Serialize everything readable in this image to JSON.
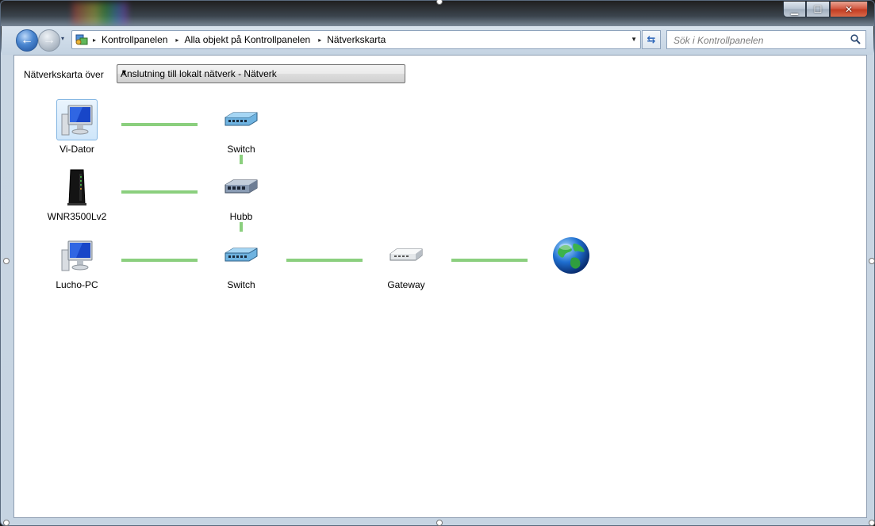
{
  "window": {
    "minimize_symbol": "▁",
    "maximize_symbol": "☐",
    "close_symbol": "✕"
  },
  "nav": {
    "back_symbol": "←",
    "forward_symbol": "→",
    "dropdown_symbol": "▾"
  },
  "address": {
    "crumbs": [
      "Kontrollpanelen",
      "Alla objekt på Kontrollpanelen",
      "Nätverkskarta"
    ],
    "separator": "▸",
    "dropdown_symbol": "▼",
    "refresh_symbol": "⇆"
  },
  "search": {
    "placeholder": "Sök i Kontrollpanelen"
  },
  "map": {
    "label": "Nätverkskarta över",
    "selected_network": "Anslutning till lokalt nätverk - Nätverk",
    "dropdown_symbol": "▼"
  },
  "nodes": {
    "vi_dator": "Vi-Dator",
    "switch_top": "Switch",
    "wnr": "WNR3500Lv2",
    "hubb": "Hubb",
    "lucho_pc": "Lucho-PC",
    "switch_bottom": "Switch",
    "gateway": "Gateway"
  },
  "colors": {
    "link": "#8bcf7e",
    "accent": "#2a64b8"
  }
}
